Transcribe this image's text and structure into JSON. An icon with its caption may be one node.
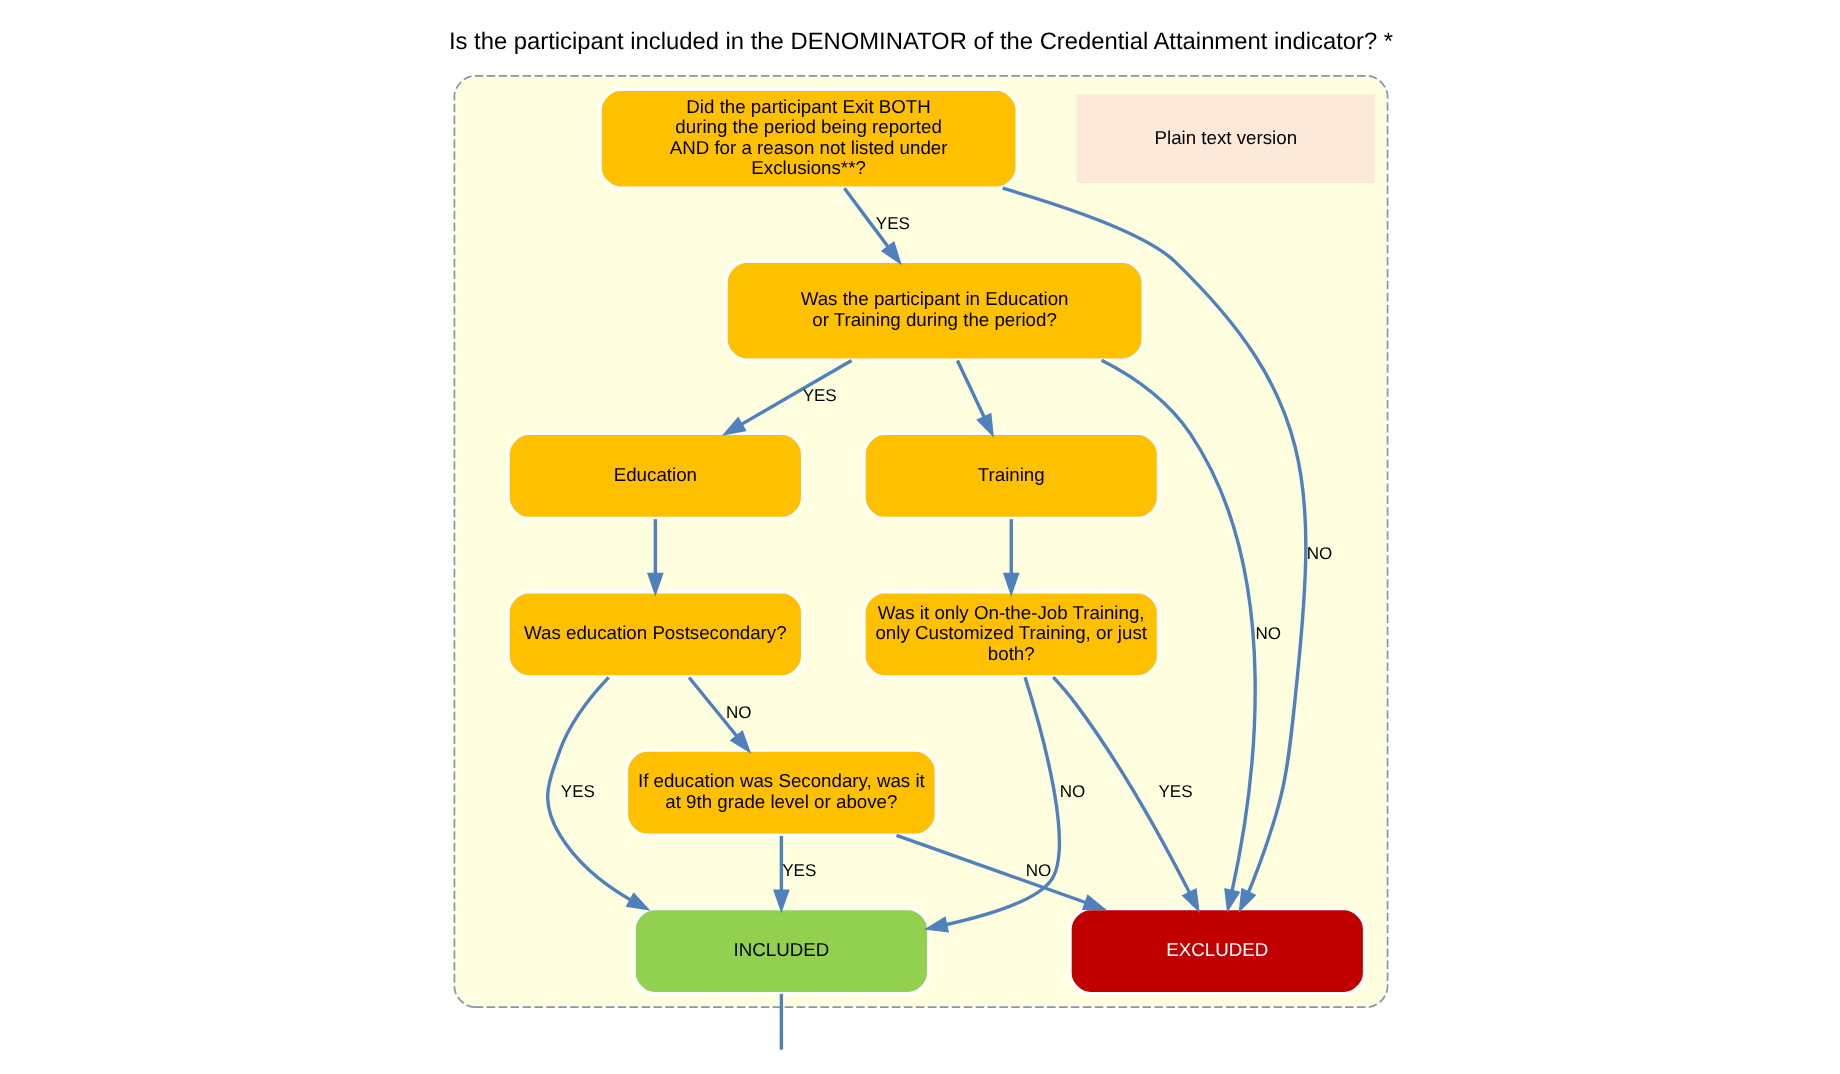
{
  "diagram": {
    "title": "Is the participant included in the DENOMINATOR of the Credential Attainment indicator? *",
    "nodes": [
      {
        "text": [],
        "shape": "box"
      },
      {
        "text": [
          "Plain text version"
        ],
        "in": 0
      },
      {
        "text": [
          "Did the participant Exit BOTH during the period being reported AND for a reason not listed under Exclusions**?"
        ],
        "in": 0
      },
      {
        "text": [
          "Was the participant in Education or Training during the period?"
        ],
        "in": 0
      },
      {
        "text": [
          "Education"
        ],
        "in": 0
      },
      {
        "text": [
          "Training"
        ],
        "in": 0
      },
      {
        "text": [
          "INCLUDED"
        ],
        "in": 0
      },
      {
        "text": [
          "EXCLUDED"
        ],
        "in": 0
      },
      {
        "text": [
          "Was education Postsecondary?"
        ],
        "in": 0
      },
      {
        "text": [
          "Was it only On-the-Job Training, only Customized Training, or just both?"
        ],
        "in": 0
      },
      {
        "text": [
          "If education was Secondary, was it at 9th grade level or above?"
        ],
        "in": 0
      }
    ],
    "edges": [
      {
        "from": 2,
        "to": 7,
        "arrow": "to",
        "label": "NO"
      },
      {
        "from": 2,
        "to": 3,
        "arrow": "to",
        "label": "YES"
      },
      {
        "from": 3,
        "to": 7,
        "arrow": "to",
        "label": "NO"
      },
      {
        "from": 3,
        "to": 4,
        "arrow": "to",
        "label": "YES"
      },
      {
        "from": 3,
        "to": 5,
        "arrow": "to"
      },
      {
        "from": 4,
        "to": 8,
        "arrow": "to"
      },
      {
        "from": 5,
        "to": 9,
        "arrow": "to"
      },
      {
        "from": 9,
        "to": 6,
        "arrow": "to",
        "label": "NO"
      },
      {
        "from": 9,
        "to": 7,
        "arrow": "to",
        "label": "YES"
      },
      {
        "from": 8,
        "to": 6,
        "arrow": "to",
        "label": "YES"
      },
      {
        "from": 8,
        "to": 10,
        "arrow": "to",
        "label": "NO"
      },
      {
        "from": 10,
        "to": 6,
        "arrow": "to",
        "label": "YES"
      },
      {
        "from": 10,
        "to": 7,
        "arrow": "to",
        "label": "NO"
      },
      {
        "from": 6,
        "to": null,
        "arrow": "none"
      }
    ]
  }
}
